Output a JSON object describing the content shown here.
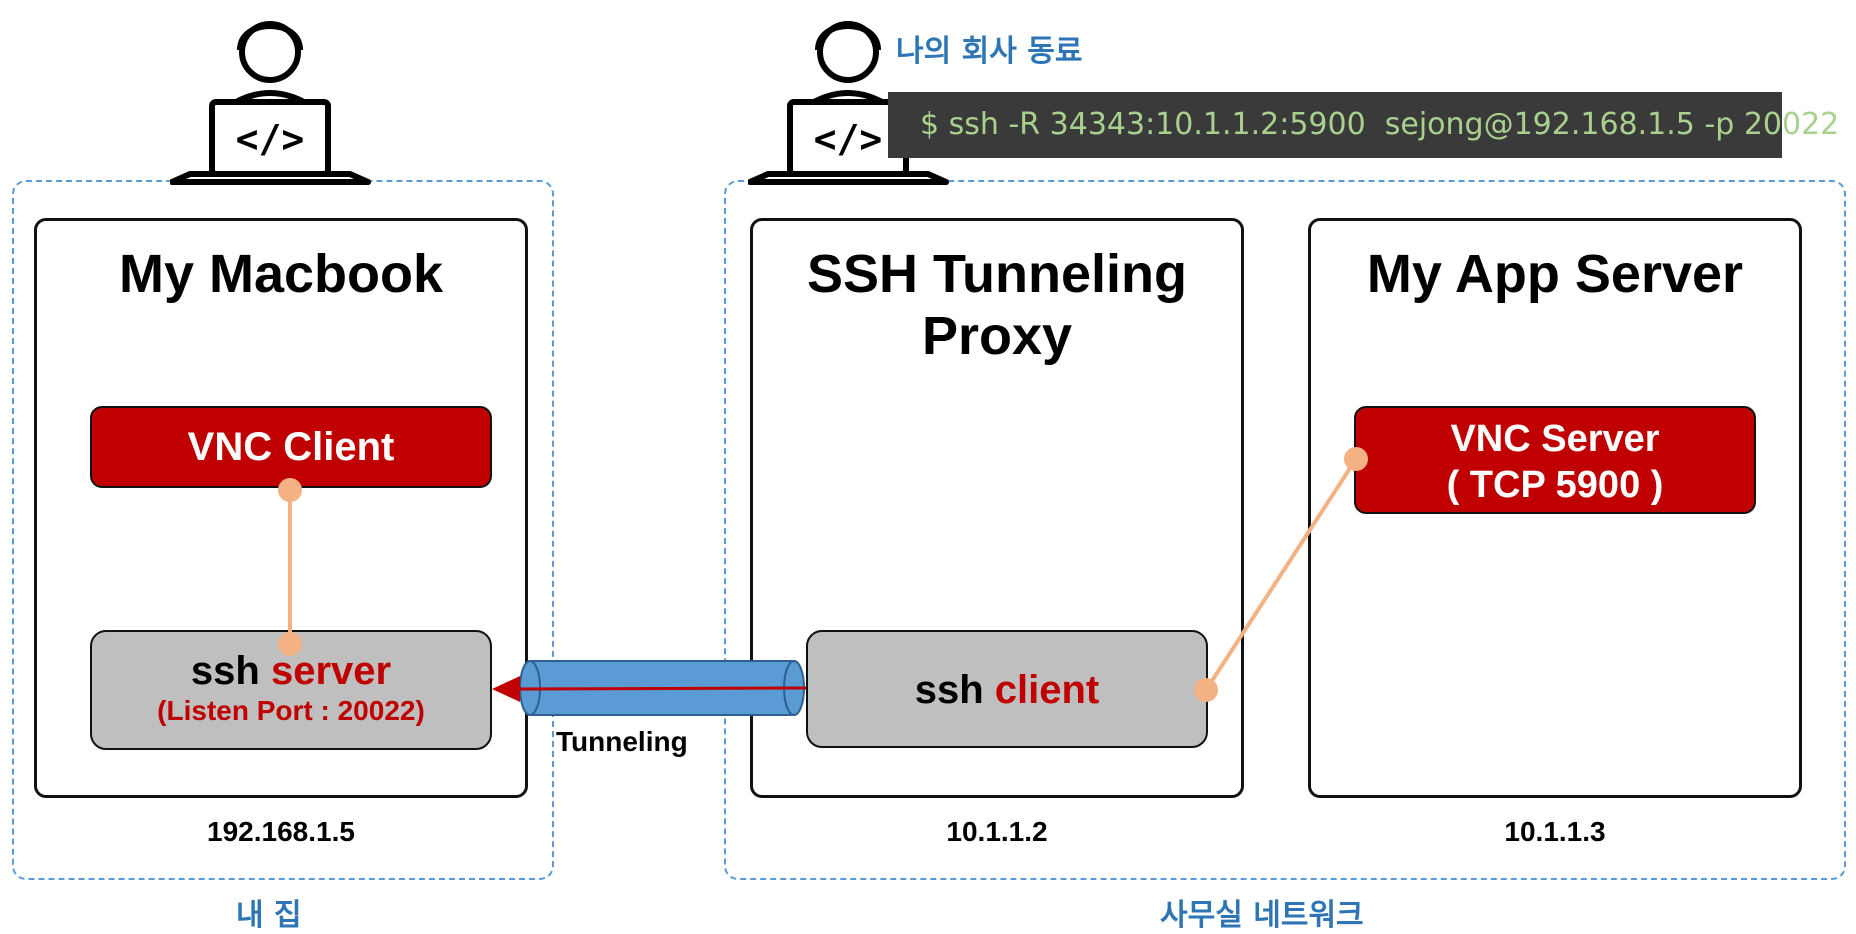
{
  "zones": {
    "home_label": "내 집",
    "office_label": "사무실 네트워크"
  },
  "colleague_label": "나의 회사 동료",
  "terminal_command": "$ ssh -R 34343:10.1.1.2:5900  sejong@192.168.1.5 -p 20022",
  "macbook": {
    "title": "My Macbook",
    "ip": "192.168.1.5",
    "vnc_client": "VNC Client",
    "ssh_prefix": "ssh",
    "ssh_role": "server",
    "listen_port": "(Listen Port : 20022)"
  },
  "proxy": {
    "title_line1": "SSH Tunneling",
    "title_line2": "Proxy",
    "ip": "10.1.1.2",
    "ssh_prefix": "ssh",
    "ssh_role": "client"
  },
  "app_server": {
    "title": "My App Server",
    "ip": "10.1.1.3",
    "vnc_server_line1": "VNC Server",
    "vnc_server_line2": "( TCP 5900 )"
  },
  "tunnel_label": "Tunneling",
  "icons": [
    "developer-laptop-icon",
    "developer-laptop-icon"
  ],
  "colors": {
    "accent_blue": "#2e75b6",
    "dashed_zone": "#5b9bd5",
    "dark_red": "#c00000",
    "connector": "#f4b183",
    "tunnel_blue": "#5b9bd5",
    "gray_box": "#bfbfbf",
    "terminal_bg": "#3a3a3a",
    "terminal_text": "#a9d18e"
  }
}
